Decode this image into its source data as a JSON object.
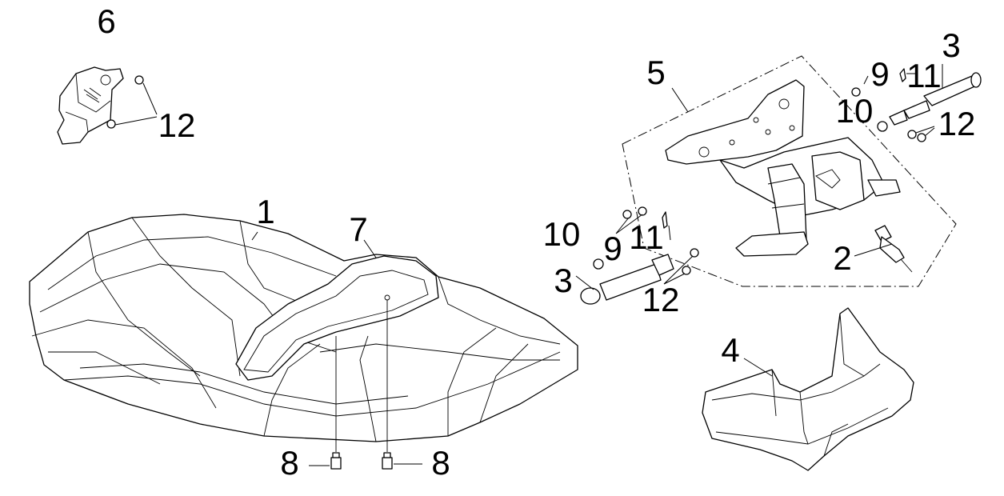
{
  "callouts": {
    "c1": "1",
    "c2": "2",
    "c3a": "3",
    "c3b": "3",
    "c4": "4",
    "c5": "5",
    "c6": "6",
    "c7": "7",
    "c8a": "8",
    "c8b": "8",
    "c9a": "9",
    "c9b": "9",
    "c10a": "10",
    "c10b": "10",
    "c11a": "11",
    "c11b": "11",
    "c12a": "12",
    "c12b": "12",
    "c12c": "12"
  }
}
